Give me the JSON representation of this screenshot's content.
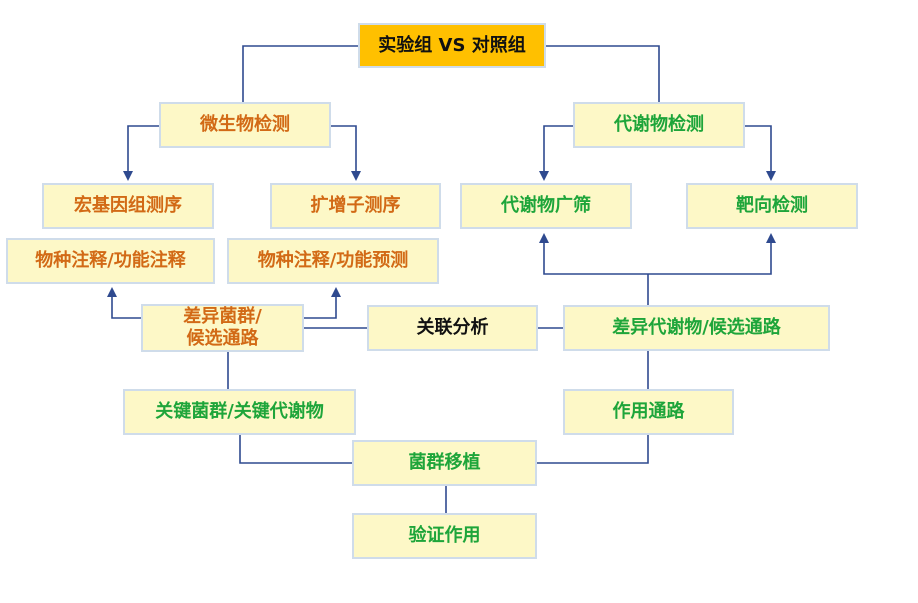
{
  "nodes": {
    "root": "实验组 VS 对照组",
    "microbe_detect": "微生物检测",
    "metabolite_detect": "代谢物检测",
    "metagenome": "宏基因组测序",
    "amplicon": "扩增子测序",
    "meta_screen": "代谢物广筛",
    "targeted": "靶向检测",
    "species_anno_function_anno": "物种注释/功能注释",
    "species_anno_function_pred": "物种注释/功能预测",
    "diff_flora_line1": "差异菌群/",
    "diff_flora_line2": "候选通路",
    "assoc_analysis": "关联分析",
    "diff_metabolite": "差异代谢物/候选通路",
    "key_flora": "关键菌群/关键代谢物",
    "pathway": "作用通路",
    "fmt": "菌群移植",
    "verify": "验证作用"
  },
  "colors": {
    "root_fill": "#ffc000",
    "box_fill": "#fdf8c7",
    "box_border": "#cfdcea",
    "line": "#2f4a8f",
    "text_orange": "#d26a16",
    "text_green": "#1ea53a",
    "text_black": "#111111"
  }
}
